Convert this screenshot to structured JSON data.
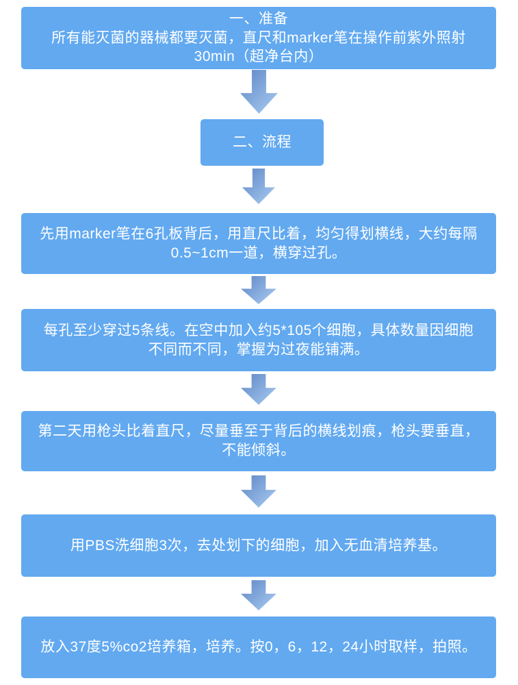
{
  "colors": {
    "background": "#FFFFFF",
    "box_fill": "#62A9F0",
    "box_text": "#FFFFFF",
    "arrow_gradient_start": "#5E85C5",
    "arrow_gradient_end": "#A9CDF2"
  },
  "flowchart": {
    "steps": [
      {
        "id": "section-prepare",
        "text": "一、准备\n所有能灭菌的器械都要灭菌，直尺和marker笔在操作前紫外照射\n30min（超净台内）"
      },
      {
        "id": "section-process",
        "text": "二、流程"
      },
      {
        "id": "step-draw-lines",
        "text": "先用marker笔在6孔板背后，用直尺比着，均匀得划横线，大约每隔\n0.5~1cm一道，横穿过孔。"
      },
      {
        "id": "step-seed-cells",
        "text": "每孔至少穿过5条线。在空中加入约5*105个细胞，具体数量因细胞\n不同而不同，掌握为过夜能铺满。"
      },
      {
        "id": "step-scratch",
        "text": "第二天用枪头比着直尺，尽量垂至于背后的横线划痕，枪头要垂直，\n不能倾斜。"
      },
      {
        "id": "step-wash-pbs",
        "text": "用PBS洗细胞3次，去处划下的细胞，加入无血清培养基。"
      },
      {
        "id": "step-incubate",
        "text": "放入37度5%co2培养箱，培养。按0，6，12，24小时取样，拍照。"
      }
    ]
  }
}
